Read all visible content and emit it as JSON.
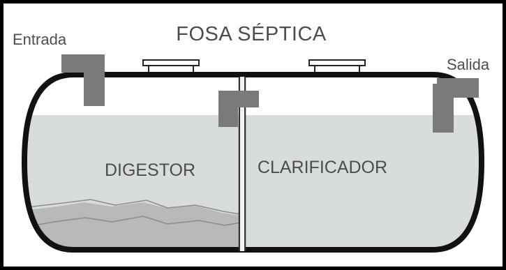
{
  "diagram": {
    "title": "FOSA SÉPTICA",
    "inlet_label": "Entrada",
    "outlet_label": "Salida",
    "chambers": [
      "DIGESTOR",
      "CLARIFICADOR"
    ]
  },
  "colors": {
    "tank_outline": "#111111",
    "liquid": "#d9dcdd",
    "sludge": "#b8b9b9",
    "pipe": "#7a7a7a",
    "label_text": "#4d4d4d",
    "border": "#000000"
  }
}
